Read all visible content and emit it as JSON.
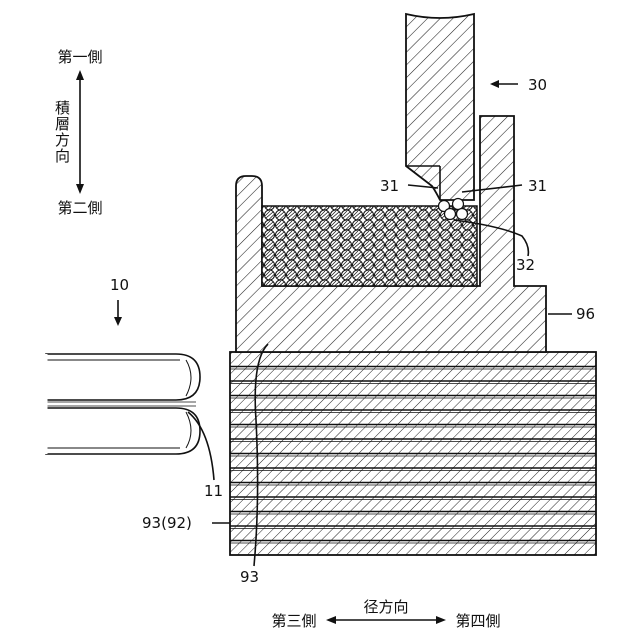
{
  "labels": {
    "first_side": "第一側",
    "second_side": "第二側",
    "stacking_direction": "積層方向",
    "radial_direction": "径方向",
    "third_side": "第三側",
    "fourth_side": "第四側"
  },
  "refs": {
    "r30": "30",
    "r31_left": "31",
    "r31_right": "31",
    "r32": "32",
    "r96": "96",
    "r10": "10",
    "r11": "11",
    "r93_92": "93(92)",
    "r93": "93"
  }
}
